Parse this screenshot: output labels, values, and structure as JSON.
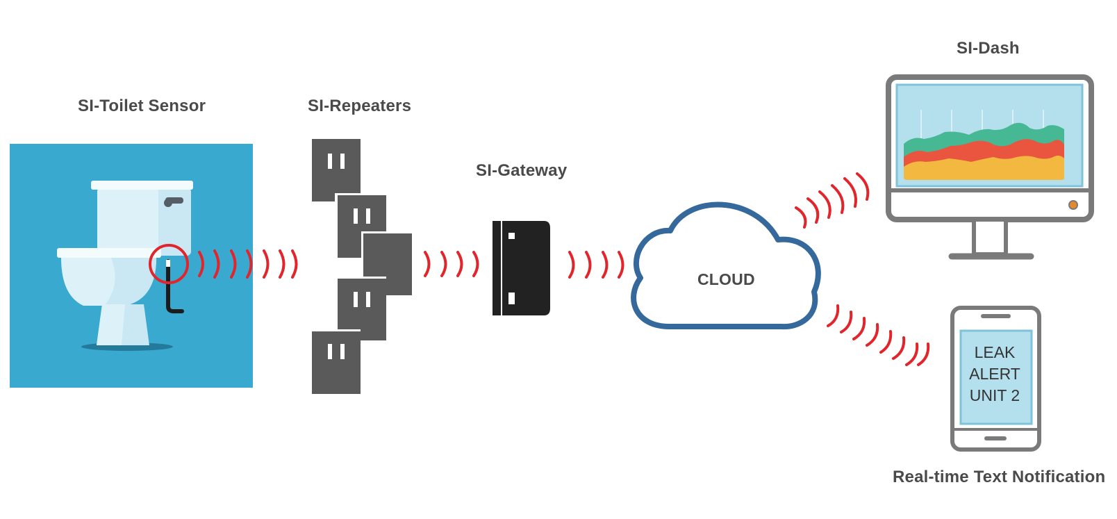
{
  "labels": {
    "toilet_sensor": "SI-Toilet Sensor",
    "repeaters": "SI-Repeaters",
    "gateway": "SI-Gateway",
    "cloud": "CLOUD",
    "dash": "SI-Dash",
    "text_notification": "Real-time Text Notification"
  },
  "phone_alert": {
    "line1": "LEAK",
    "line2": "ALERT",
    "line3": "UNIT 2"
  },
  "colors": {
    "toilet_background": "#3aa9d0",
    "signal_waves": "#e2242b",
    "cloud_outline": "#35699b",
    "device_gray": "#5a5a5a",
    "gateway_black": "#222222",
    "monitor_frame": "#7a7a7a",
    "screen_blue": "#b4e0ee",
    "chart_green": "#46b894",
    "chart_red": "#ea5540",
    "chart_yellow": "#f3b840"
  }
}
